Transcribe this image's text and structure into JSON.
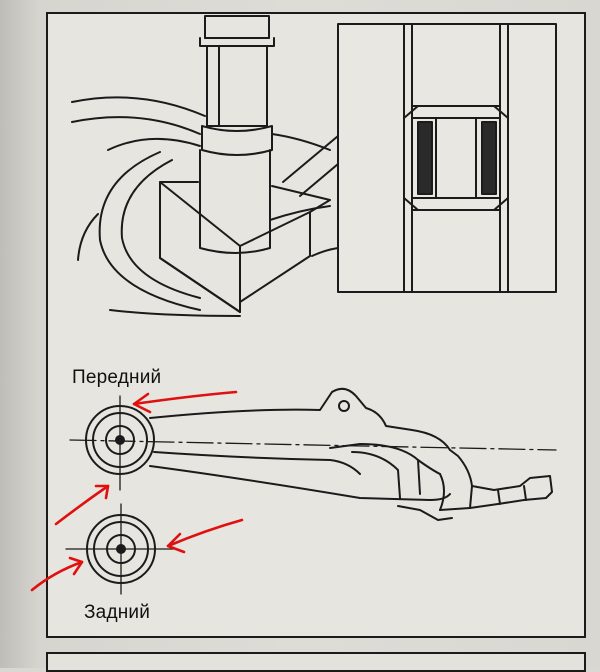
{
  "labels": {
    "front": "Передний",
    "rear": "Задний"
  },
  "colors": {
    "ink": "#1b1b1b",
    "paper": "#e6e5e0",
    "annotation_arrow": "#e01010"
  },
  "icons": [
    "bushing-press-diagram",
    "bushing-cross-section",
    "suspension-arm",
    "red-arrow"
  ]
}
